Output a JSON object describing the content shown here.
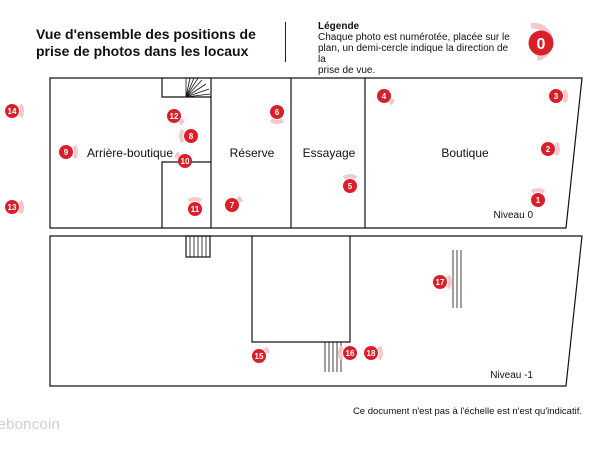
{
  "header": {
    "title": "Vue d'ensemble des positions de\nprise de photos dans les locaux"
  },
  "legend": {
    "title": "Légende",
    "text": "Chaque photo est numérotée, placée sur le\nplan, un demi-cercle indique la direction de la\nprise de vue.",
    "example_number": "0"
  },
  "rooms": {
    "arriere_boutique": "Arrière-boutique",
    "reserve": "Réserve",
    "essayage": "Essayage",
    "boutique": "Boutique"
  },
  "levels": {
    "level_0": "Niveau 0",
    "level_minus1": "Niveau -1"
  },
  "markers": [
    "1",
    "2",
    "3",
    "4",
    "5",
    "6",
    "7",
    "8",
    "9",
    "10",
    "11",
    "12",
    "13",
    "14",
    "15",
    "16",
    "17",
    "18"
  ],
  "footer": {
    "disclaimer": "Ce document n'est pas à l'échelle est n'est qu'indicatif."
  },
  "watermark": "leboncoin",
  "colors": {
    "marker": "#d9202a",
    "marker_halo": "#f3c9cc",
    "walls": "#111111"
  }
}
